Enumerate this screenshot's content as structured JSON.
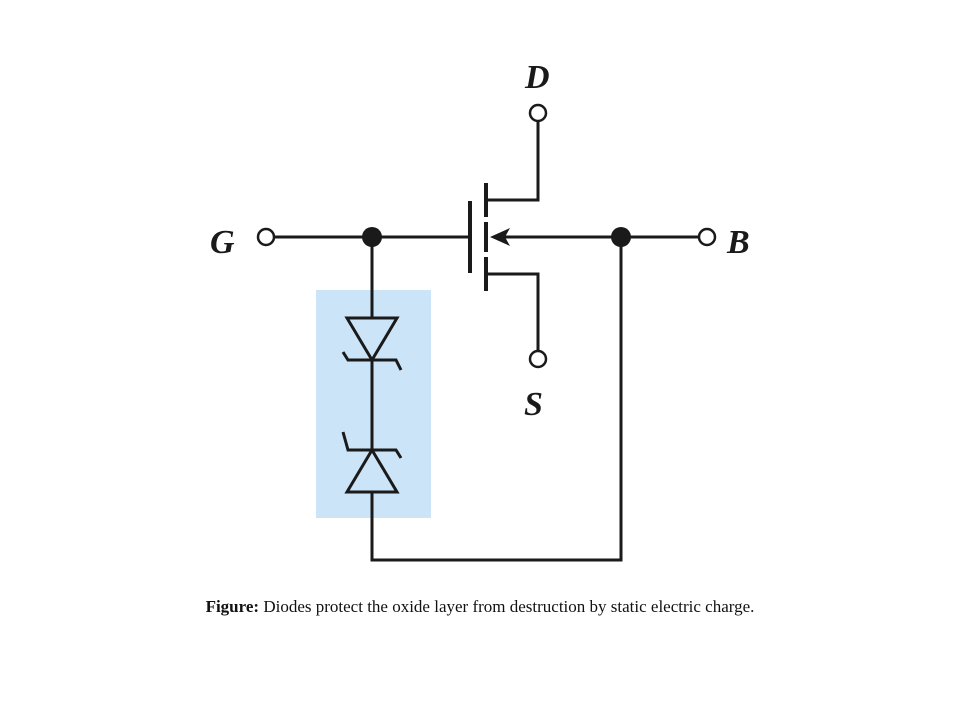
{
  "diagram": {
    "terminals": {
      "drain": "D",
      "gate": "G",
      "source": "S",
      "body": "B"
    },
    "protection_highlight_color": "#cce4f7",
    "wire_color": "#1a1a1a"
  },
  "caption": {
    "label": "Figure:",
    "text": " Diodes protect the oxide layer from destruction by static electric charge."
  }
}
